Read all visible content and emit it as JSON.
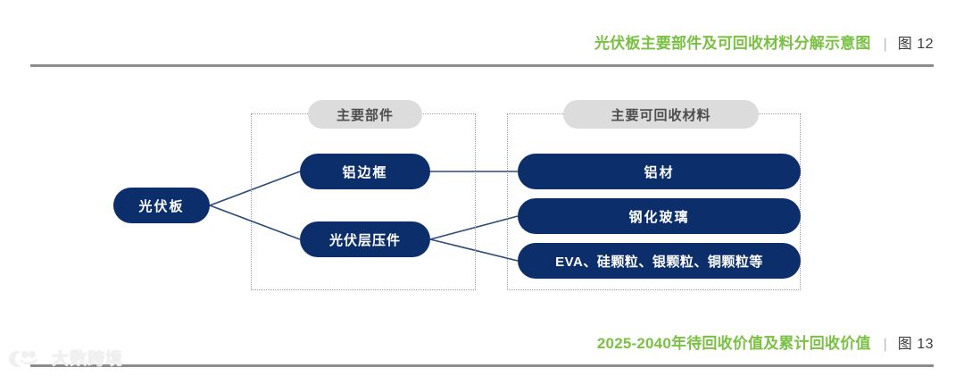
{
  "header_top": {
    "title": "光伏板主要部件及可回收材料分解示意图",
    "separator": "|",
    "figure_label": "图 12",
    "accent_color": "#7ac143"
  },
  "header_bottom": {
    "title": "2025-2040年待回收价值及累计回收价值",
    "separator": "|",
    "figure_label": "图 13",
    "accent_color": "#7ac143"
  },
  "diagram": {
    "node_color": "#0c2f6b",
    "group_pill_color": "#dcdcdc",
    "connector_color": "#2b4a7d",
    "group_border_color": "#9b9b9b",
    "groups": [
      {
        "id": "components",
        "label": "主要部件"
      },
      {
        "id": "materials",
        "label": "主要可回收材料"
      }
    ],
    "nodes": [
      {
        "id": "pv-panel",
        "label": "光伏板"
      },
      {
        "id": "al-frame",
        "label": "铝边框"
      },
      {
        "id": "laminate",
        "label": "光伏层压件"
      },
      {
        "id": "aluminium",
        "label": "铝材"
      },
      {
        "id": "tempered-glass",
        "label": "钢化玻璃"
      },
      {
        "id": "eva-mix",
        "label": "EVA、硅颗粒、银颗粒、铜颗粒等"
      }
    ],
    "links": [
      {
        "from": "pv-panel",
        "to": "al-frame"
      },
      {
        "from": "pv-panel",
        "to": "laminate"
      },
      {
        "from": "al-frame",
        "to": "aluminium"
      },
      {
        "from": "laminate",
        "to": "tempered-glass"
      },
      {
        "from": "laminate",
        "to": "eva-mix"
      }
    ]
  },
  "watermark": {
    "text": "大数跨境"
  }
}
